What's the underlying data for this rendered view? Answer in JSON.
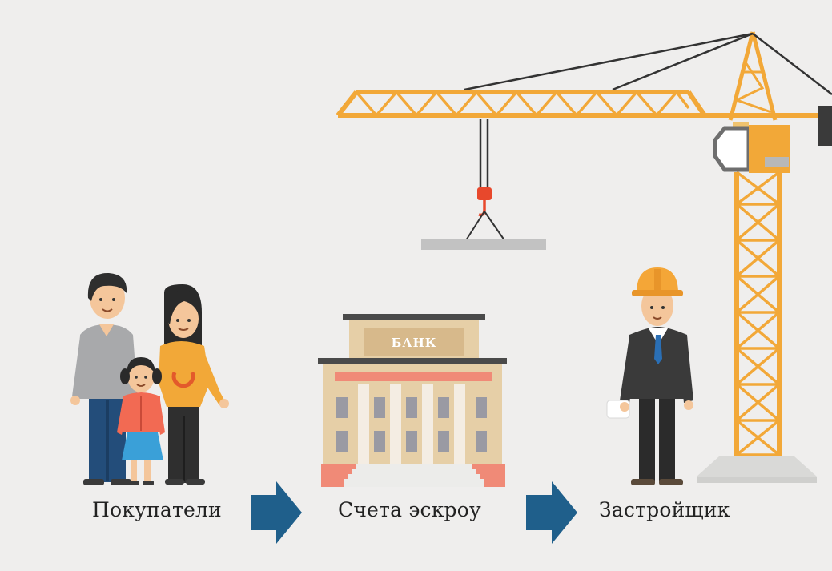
{
  "steps": [
    {
      "label": "Покупатели"
    },
    {
      "label": "Счета эскроу"
    },
    {
      "label": "Застройщик"
    }
  ],
  "bank": {
    "sign": "БАНК"
  },
  "colors": {
    "background": "#efeeed",
    "crane": "#f2a838",
    "arrow": "#1f5f8b",
    "bank_wall": "#e6cfa7",
    "bank_base": "#f08a77",
    "helmet": "#f4a637",
    "hook": "#e8482c"
  },
  "icons": [
    "family-icon",
    "bank-icon",
    "builder-icon",
    "crane-icon",
    "arrow-right-icon"
  ]
}
